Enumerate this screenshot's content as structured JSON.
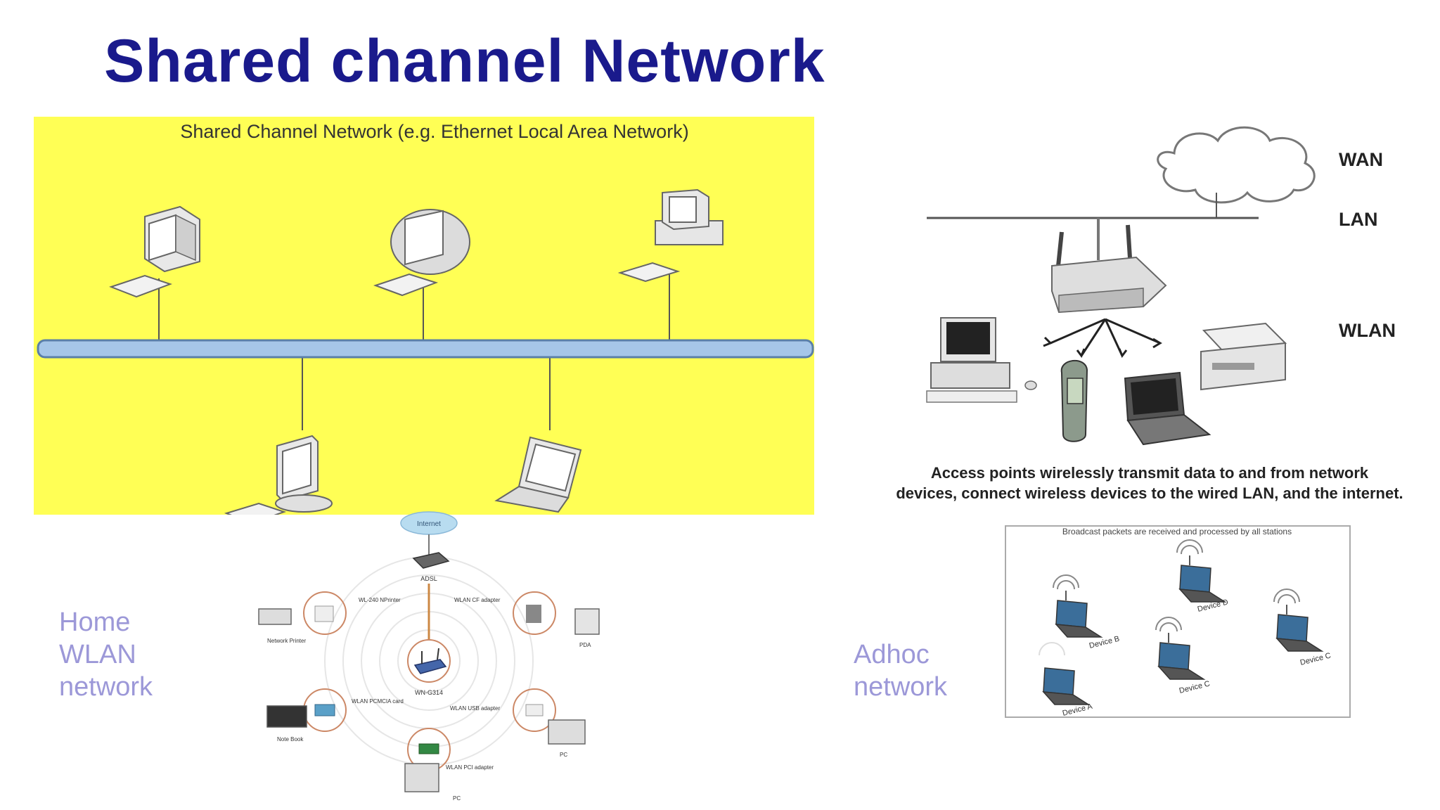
{
  "slide": {
    "title": "Shared channel Network"
  },
  "shared_diagram": {
    "caption": "Shared Channel Network (e.g. Ethernet Local Area Network)",
    "colors": {
      "panel": "#ffff55",
      "bus": "#a6c6e8"
    }
  },
  "ap_diagram": {
    "labels": {
      "wan": "WAN",
      "lan": "LAN",
      "wlan": "WLAN"
    },
    "caption_line1": "Access points wirelessly transmit data to and from network",
    "caption_line2": "devices, connect wireless devices to the wired LAN, and the internet."
  },
  "home_wlan": {
    "label_lines": [
      "Home",
      "WLAN",
      "network"
    ],
    "internet_label": "Internet",
    "modem_label": "ADSL",
    "hub_label": "WN-G314",
    "nodes": [
      {
        "device": "Network Printer",
        "adapter": "WL-240 NPrinter"
      },
      {
        "device": "PDA",
        "adapter": "WLAN CF adapter"
      },
      {
        "device": "Note Book",
        "adapter": "WLAN PCMCIA card"
      },
      {
        "device": "PC",
        "adapter": "WLAN USB adapter"
      },
      {
        "device": "PC",
        "adapter": "WLAN PCI adapter"
      }
    ]
  },
  "adhoc": {
    "label_lines": [
      "Adhoc",
      "network"
    ],
    "box_caption": "Broadcast packets are received and processed by all stations",
    "devices": [
      "Device A",
      "Device B",
      "Device C",
      "Device C",
      "Device D"
    ]
  }
}
